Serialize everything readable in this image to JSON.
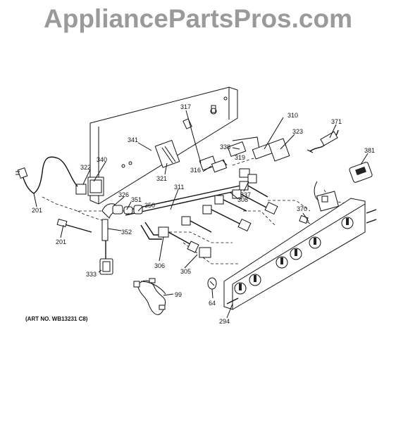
{
  "watermark": "AppliancePartsPros.com",
  "art_number": "(ART NO. WB13231 C8)",
  "callouts": [
    {
      "id": "c317",
      "label": "317"
    },
    {
      "id": "c310",
      "label": "310"
    },
    {
      "id": "c323",
      "label": "323"
    },
    {
      "id": "c371",
      "label": "371"
    },
    {
      "id": "c341",
      "label": "341"
    },
    {
      "id": "c338",
      "label": "338"
    },
    {
      "id": "c319",
      "label": "319"
    },
    {
      "id": "c381",
      "label": "381"
    },
    {
      "id": "c340",
      "label": "340"
    },
    {
      "id": "c322",
      "label": "322"
    },
    {
      "id": "c316",
      "label": "316"
    },
    {
      "id": "c321",
      "label": "321"
    },
    {
      "id": "c337",
      "label": "337"
    },
    {
      "id": "c311",
      "label": "311"
    },
    {
      "id": "c326",
      "label": "326"
    },
    {
      "id": "c308",
      "label": "308"
    },
    {
      "id": "c351",
      "label": "351"
    },
    {
      "id": "c350",
      "label": "350"
    },
    {
      "id": "c201a",
      "label": "201"
    },
    {
      "id": "c370",
      "label": "370"
    },
    {
      "id": "c352",
      "label": "352"
    },
    {
      "id": "c201b",
      "label": "201"
    },
    {
      "id": "c306",
      "label": "306"
    },
    {
      "id": "c305",
      "label": "305"
    },
    {
      "id": "c333",
      "label": "333"
    },
    {
      "id": "c99",
      "label": "99"
    },
    {
      "id": "c64",
      "label": "64"
    },
    {
      "id": "c294",
      "label": "294"
    }
  ]
}
